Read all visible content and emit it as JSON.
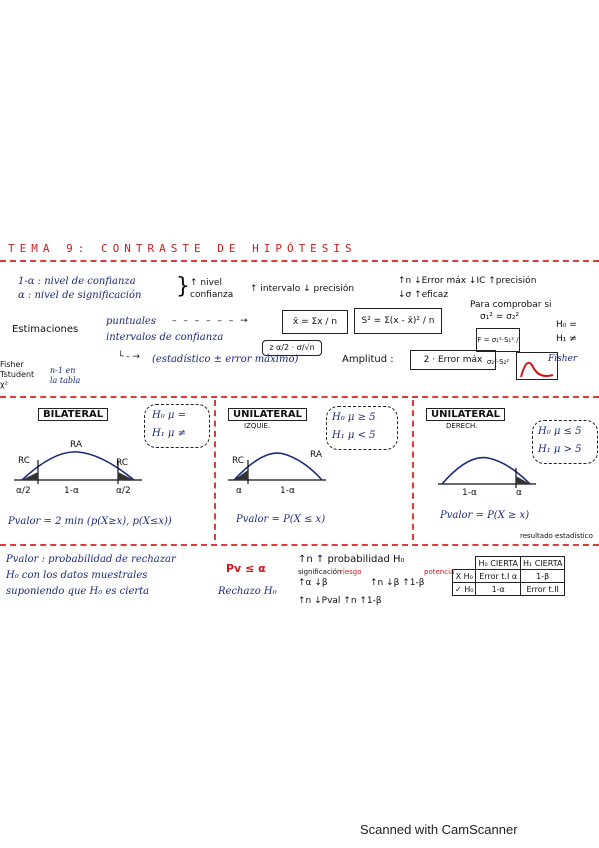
{
  "title": "TEMA 9: CONTRASTE DE HIPÓTESIS",
  "header": {
    "alpha_lines": [
      "1-α : nivel de confianza",
      "α : nivel de significación"
    ],
    "nivel_confianza": [
      "↑ nivel",
      "confianza"
    ],
    "intervalo_precision": "↑ intervalo ↓ precisión",
    "n_error": "↑n ↓Error máx ↓IC ↑precisión",
    "sigma_eficaz": "↓σ ↑eficaz",
    "comprobar": [
      "Para comprobar si",
      "σ₁² = σ₂²"
    ]
  },
  "estimaciones": {
    "label": "Estimaciones",
    "puntuales": "puntuales",
    "intervalos": "intervalos de confianza",
    "mean_formula": "x̄ = Σx / n",
    "var_formula": "S² = Σ(x - x̄)² / n",
    "z_term": "z α/2 · σ/√n",
    "estadistico": "(estadístico ± error máximo)",
    "amplitud_label": "Amplitud :",
    "amplitud_value": "2 · Error máx",
    "f_formula": "F = σ₁²·S₁² / σ₂²·S₂²",
    "h0_eq": "H₀ =",
    "h1_neq": "H₁ ≠",
    "fisher": "Fisher"
  },
  "side_notes": {
    "dist_list": [
      "Fisher",
      "Tstudent",
      "χ²"
    ],
    "n_minus": [
      "n-1 en",
      "la tabla"
    ]
  },
  "sections": [
    {
      "title": "BILATERAL",
      "h0": "H₀ μ =",
      "h1": "H₁ μ ≠",
      "ra": "RA",
      "rc_left": "RC",
      "rc_right": "RC",
      "axis": [
        "α/2",
        "1-α",
        "α/2"
      ],
      "pvalor": "Pvalor = 2 min (p(X≥x), p(X≤x))"
    },
    {
      "title": "UNILATERAL",
      "subtitle": "IZQUIE.",
      "h0": "H₀ μ ≥ 5",
      "h1": "H₁ μ < 5",
      "ra": "RA",
      "rc": "RC",
      "axis": [
        "α",
        "1-α"
      ],
      "pvalor": "Pvalor = P(X ≤ x)"
    },
    {
      "title": "UNILATERAL",
      "subtitle": "DERECH.",
      "h0": "H₀ μ ≤ 5",
      "h1": "H₁ μ > 5",
      "axis": [
        "1-α",
        "α"
      ],
      "pvalor": "Pvalor = P(X ≥ x)",
      "note": "resultado estadístico"
    }
  ],
  "bottom": {
    "pvalor_def": [
      "Pvalor : probabilidad de rechazar",
      "H₀ con los datos muestrales",
      "suponiendo que H₀ es cierta"
    ],
    "decision": "Pv ≤ α",
    "rechazo": "Rechazo H₀",
    "prob_title": "↑n ↑ probabilidad H₀",
    "sig_note": "significación",
    "riesgo": "riesgo",
    "potencia": "potencia",
    "prob_rows": [
      "↑α ↓β",
      "↑n ↓β ↑1-β",
      "↑n ↓Pval ↑n ↑1-β"
    ]
  },
  "table": {
    "headers": [
      "",
      "H₀ CIERTA",
      "H₁ CIERTA"
    ],
    "rows": [
      [
        "X H₀",
        "Error t.I α",
        "1-β"
      ],
      [
        "✓ H₀",
        "1-α",
        "Error t.II"
      ]
    ]
  },
  "footer": "Scanned with CamScanner"
}
